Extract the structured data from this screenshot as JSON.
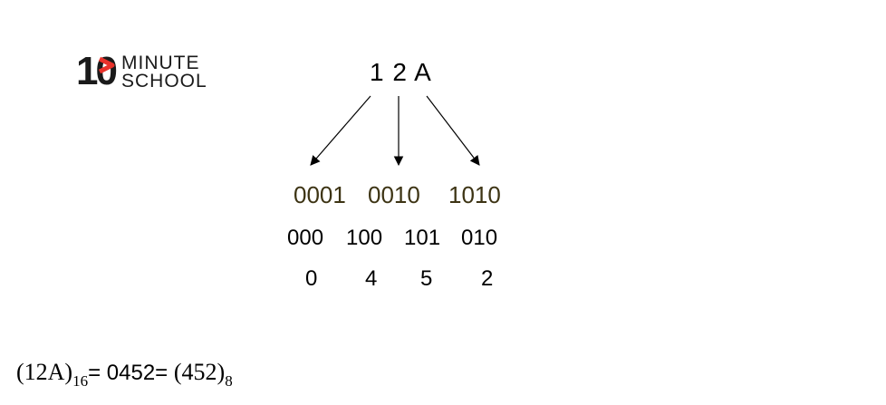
{
  "logo": {
    "ten": "10",
    "top_text": "MINUTE",
    "bottom_text": "SCHOOL",
    "accent_color": "#e8322b"
  },
  "hex_number": "1 2 A",
  "nibbles": [
    "0001",
    "0010",
    "1010"
  ],
  "octal_groups": [
    "000",
    "100",
    "101",
    "010"
  ],
  "octal_digits": [
    "0",
    "4",
    "5",
    "2"
  ],
  "formula": {
    "left_open": "(12A)",
    "left_base": "16",
    "middle": "= 0452= ",
    "right_open": "(452)",
    "right_base": "8"
  }
}
